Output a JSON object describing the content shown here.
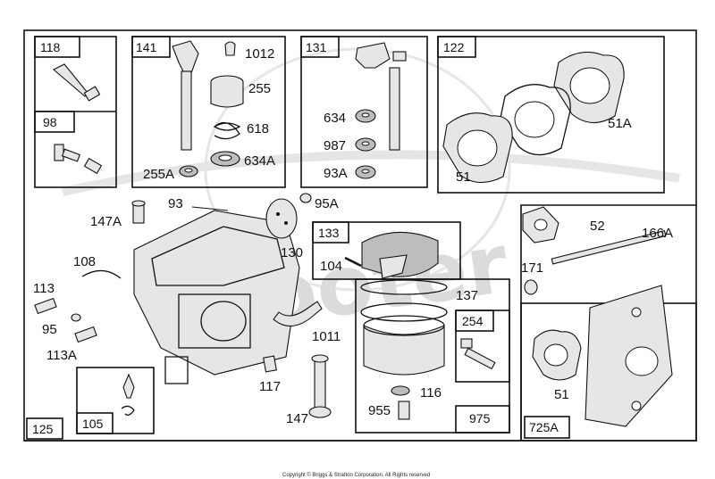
{
  "title": "Copyright © Briggs & Stratton Corporation. All Rights reserved",
  "watermark": "Scooter",
  "box_labels": {
    "b118": "118",
    "b98": "98",
    "b141": "141",
    "b131": "131",
    "b122": "122",
    "b133": "133",
    "b254": "254",
    "b975": "975",
    "b105": "105",
    "b125": "125",
    "b725A": "725A"
  },
  "callouts": {
    "c1012": "1012",
    "c255": "255",
    "c618": "618",
    "c634A_1": "634A",
    "c255A": "255A",
    "c634": "634",
    "c987": "987",
    "c93A": "93A",
    "c51A": "51A",
    "c51_top": "51",
    "c93": "93",
    "c147A": "147A",
    "c95A": "95A",
    "c108": "108",
    "c130": "130",
    "c104": "104",
    "c137": "137",
    "c113": "113",
    "c95": "95",
    "c113A": "113A",
    "c1011": "1011",
    "c117": "117",
    "c116": "116",
    "c955": "955",
    "c147": "147",
    "c52": "52",
    "c166A": "166A",
    "c171": "171",
    "c51_bot": "51"
  }
}
